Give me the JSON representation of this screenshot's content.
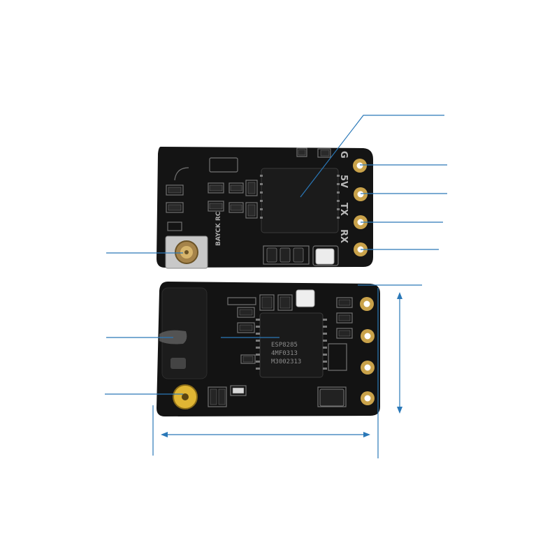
{
  "image": {
    "background": "#ffffff",
    "annotation_color": "#2a78b8",
    "pcb_color": "#141414",
    "pad_color": "#c9a24a",
    "silk_color": "#9a9a9a"
  },
  "top_board": {
    "pin_labels": [
      "G",
      "5V",
      "TX",
      "RX"
    ],
    "brand_text": "BAYCK RC",
    "chip_icon": "qfn-chip-icon",
    "connector_icon": "ufl-connector-icon"
  },
  "bottom_board": {
    "chip_marking_lines": [
      "ESP8285",
      "4MF0313",
      "M3002313"
    ],
    "connector_icon": "solder-pad-icon"
  }
}
